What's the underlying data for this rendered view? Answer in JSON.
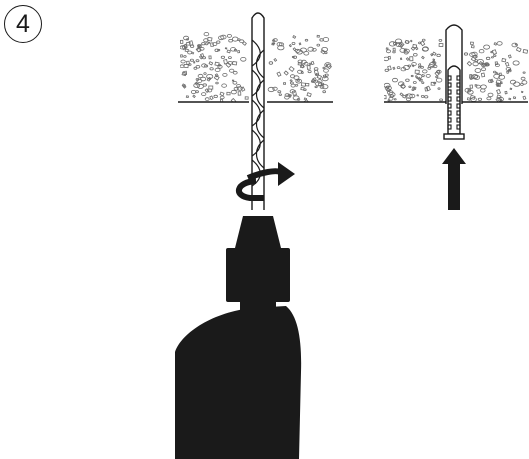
{
  "step": {
    "number": "4"
  },
  "colors": {
    "ink": "#1a1a1a",
    "background": "#ffffff",
    "speckle": "#6b6b6b"
  },
  "figure": {
    "left_panel": {
      "wall": "porous-material-section",
      "tool": "drill-with-bit",
      "motion": "clockwise-rotation-arrow"
    },
    "right_panel": {
      "wall": "porous-material-section",
      "item": "wall-plug-in-drilled-hole",
      "motion": "upward-insert-arrow"
    }
  }
}
